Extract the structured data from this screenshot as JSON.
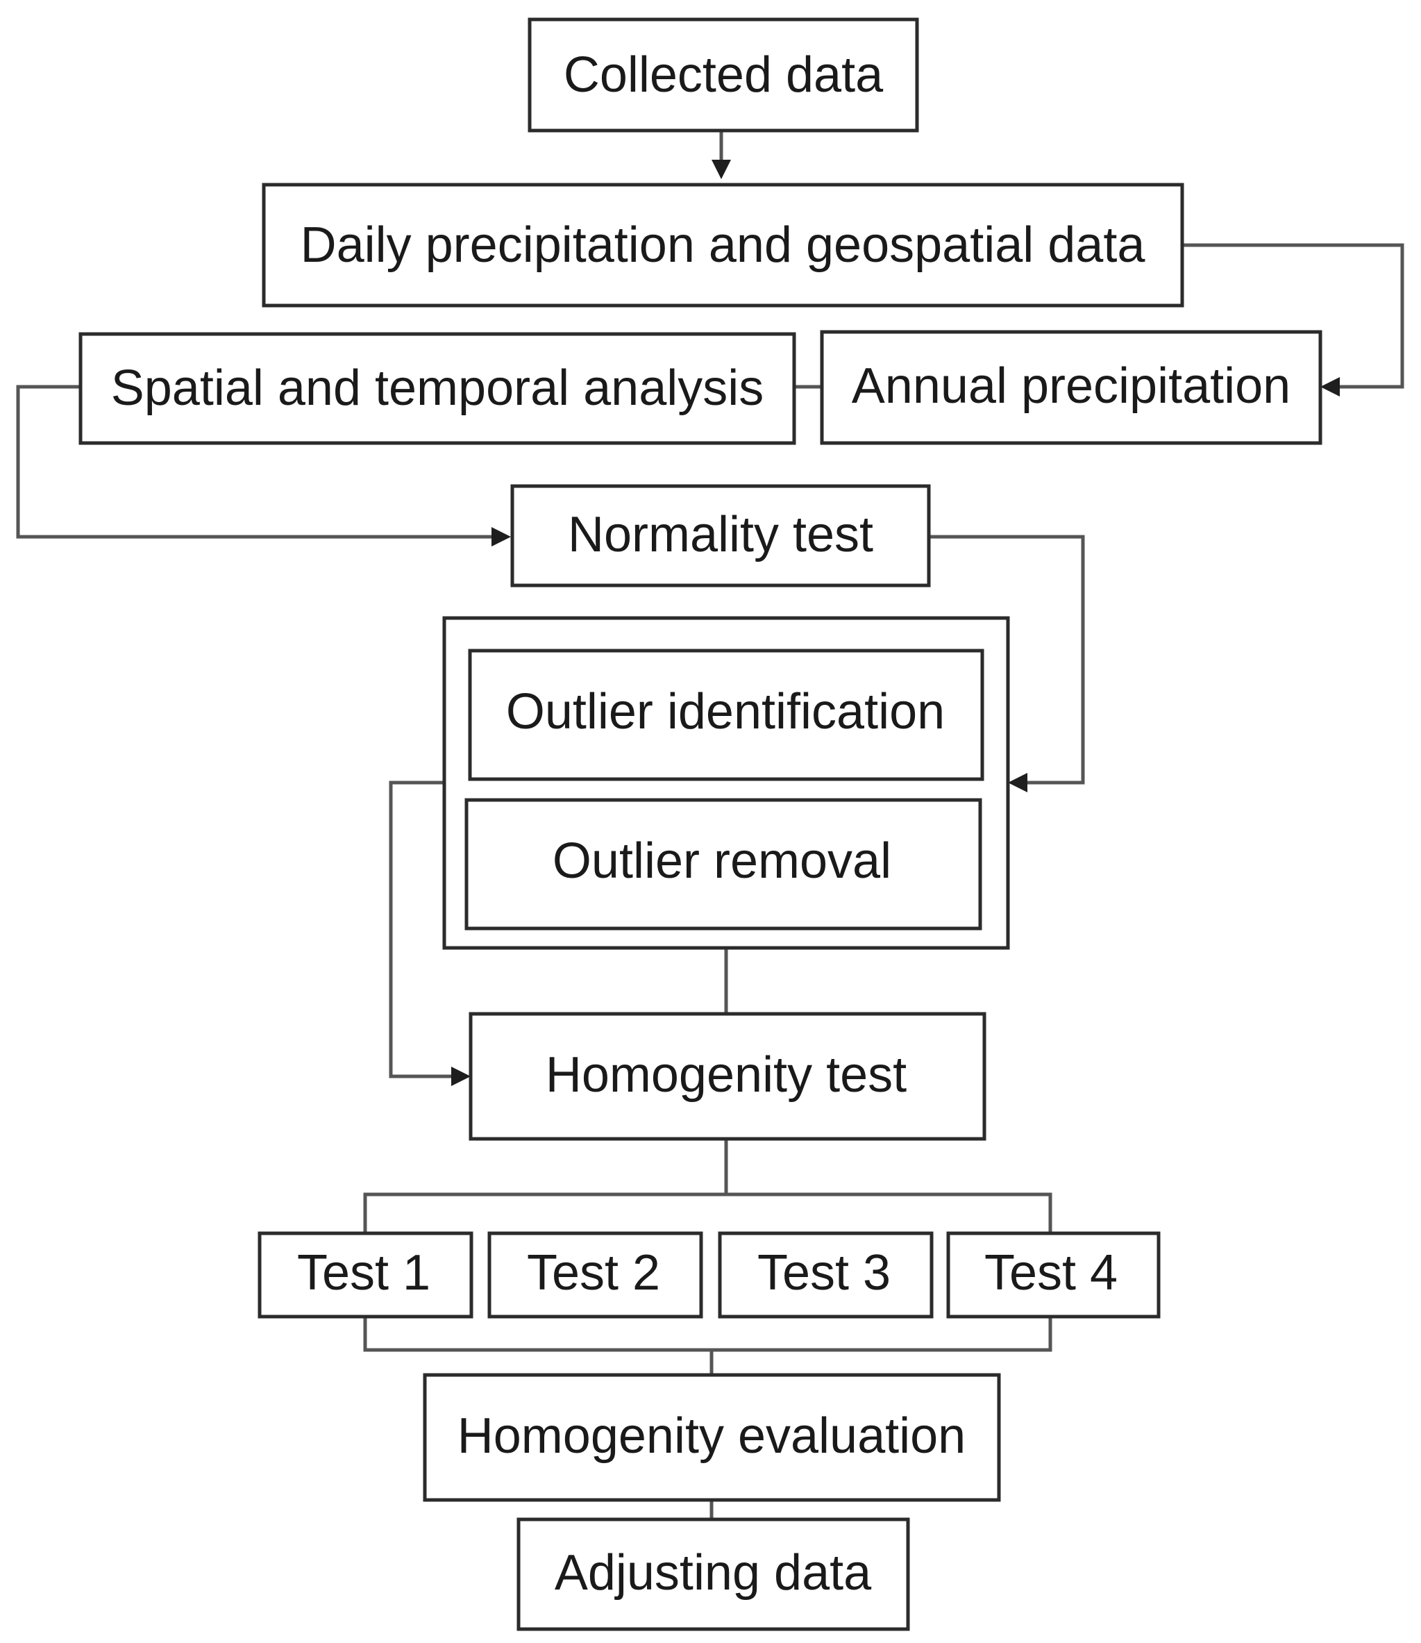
{
  "nodes": {
    "collected_data": "Collected data",
    "daily_precipitation": "Daily precipitation and geospatial data",
    "spatial_temporal": "Spatial and temporal analysis",
    "annual_precipitation": "Annual precipitation",
    "normality_test": "Normality test",
    "outlier_identification": "Outlier identification",
    "outlier_removal": "Outlier removal",
    "homogenity_test": "Homogenity test",
    "test_1": "Test 1",
    "test_2": "Test 2",
    "test_3": "Test 3",
    "test_4": "Test 4",
    "homogenity_evaluation": "Homogenity evaluation",
    "adjusting_data": "Adjusting data"
  }
}
